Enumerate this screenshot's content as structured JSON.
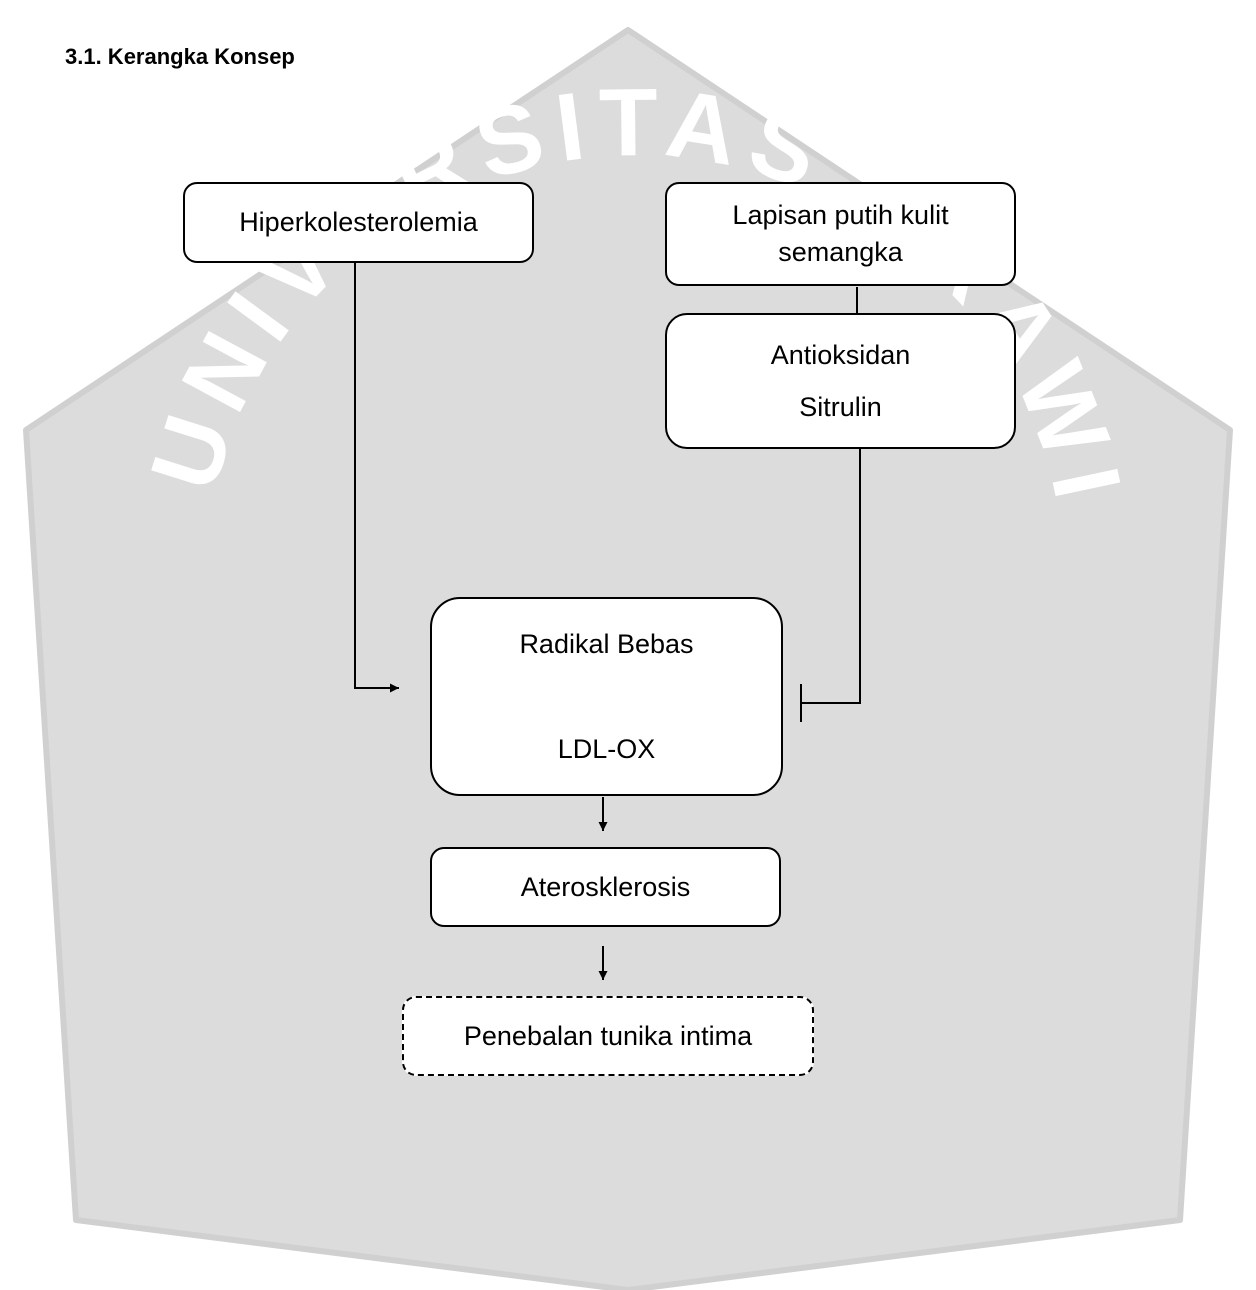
{
  "heading": "3.1. Kerangka Konsep",
  "nodes": {
    "hiperkolesterolemia": "Hiperkolesterolemia",
    "lapisan_line1": "Lapisan putih kulit",
    "lapisan_line2": "semangka",
    "antioksidan": "Antioksidan",
    "sitrulin": "Sitrulin",
    "radikal_bebas": "Radikal Bebas",
    "ldl_ox": "LDL-OX",
    "aterosklerosis": "Aterosklerosis",
    "penebalan": "Penebalan tunika intima"
  },
  "watermark_text": "UNIVERSITAS BRAWIJAYA",
  "colors": {
    "watermark_fill": "#dcdcdc",
    "watermark_text": "#ffffff",
    "stroke": "#000000"
  }
}
